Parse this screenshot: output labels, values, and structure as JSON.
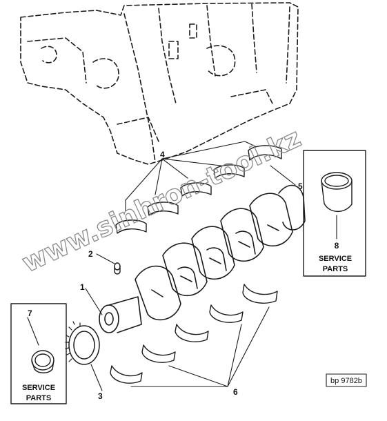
{
  "callouts": {
    "c1": "1",
    "c2": "2",
    "c3": "3",
    "c4": "4",
    "c5": "5",
    "c6": "6",
    "c7": "7",
    "c8": "8"
  },
  "service_box_left": {
    "line1": "SERVICE",
    "line2": "PARTS"
  },
  "service_box_right": {
    "line1": "SERVICE",
    "line2": "PARTS"
  },
  "reference": "bp 9782b",
  "watermark": "www.sinhron-tool.kz",
  "colors": {
    "ink": "#1a1a1a",
    "watermark": "#8a8a8a",
    "background": "#ffffff"
  }
}
